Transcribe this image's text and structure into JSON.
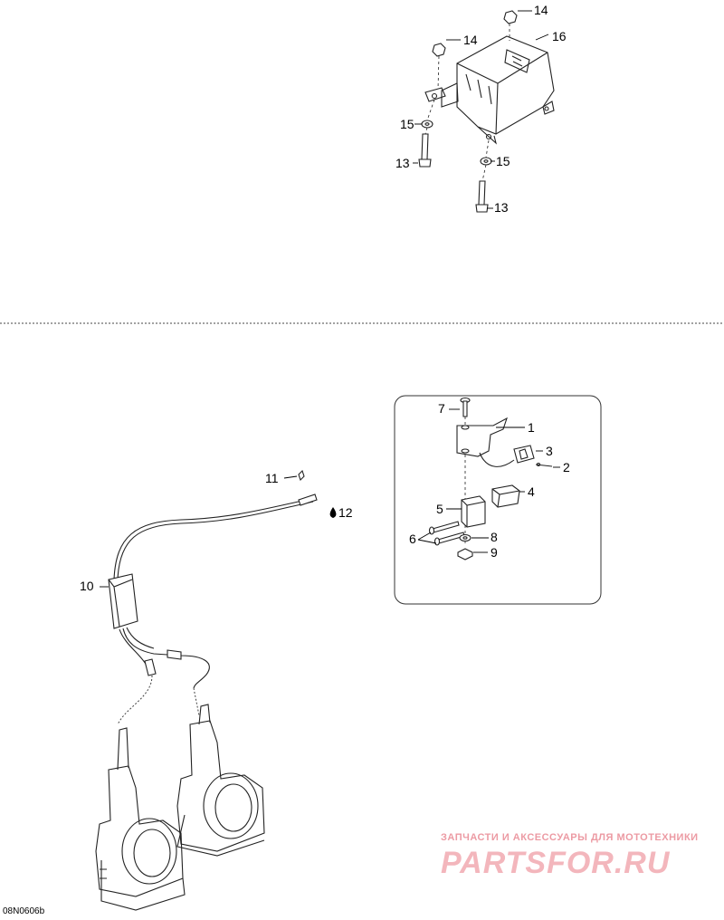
{
  "figure_code": "08N0606b",
  "watermark": {
    "caption": "ЗАПЧАСТИ И АКСЕССУАРЫ ДЛЯ МОТОТЕХНИКИ",
    "logo_text": "PARTSFOR.RU"
  },
  "callouts": {
    "c1": "1",
    "c2": "2",
    "c3": "3",
    "c4": "4",
    "c5": "5",
    "c6": "6",
    "c7": "7",
    "c8": "8",
    "c9": "9",
    "c10": "10",
    "c11": "11",
    "c12": "12",
    "c13a": "13",
    "c13b": "13",
    "c14a": "14",
    "c14b": "14",
    "c15a": "15",
    "c15b": "15",
    "c16": "16"
  }
}
